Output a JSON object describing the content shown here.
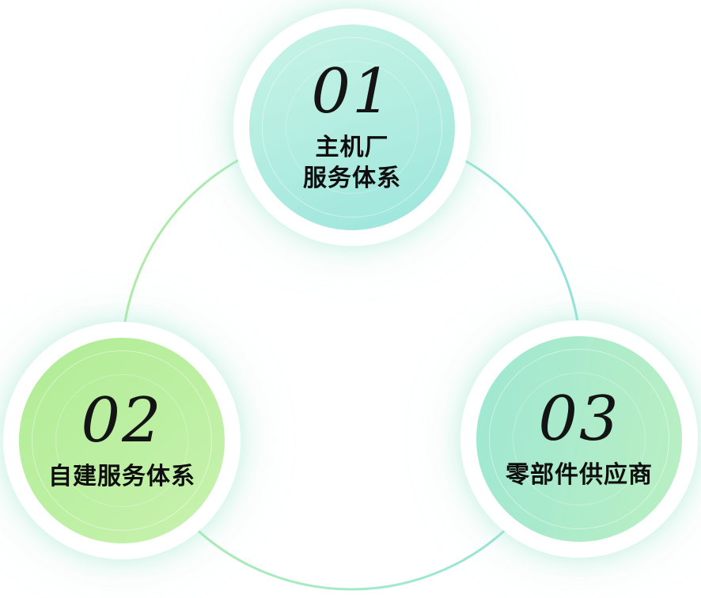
{
  "background": "#ffffff",
  "diagram": {
    "type": "cycle-diagram",
    "ring": {
      "color_left": "#a6e99b",
      "color_mid": "#9ae8c4",
      "color_right": "#85dfd8"
    },
    "nodes": [
      {
        "number": "01",
        "label_lines": [
          "主机厂",
          "服务体系"
        ],
        "angle": "160deg",
        "color_start": "#c9f4e6",
        "color_end": "#9ce5dc"
      },
      {
        "number": "02",
        "label_lines": [
          "自建服务体系"
        ],
        "angle": "140deg",
        "color_start": "#b0ec95",
        "color_end": "#c8f2af"
      },
      {
        "number": "03",
        "label_lines": [
          "零部件供应商"
        ],
        "angle": "100deg",
        "color_start": "#9fe7d3",
        "color_end": "#baefc2"
      }
    ]
  }
}
